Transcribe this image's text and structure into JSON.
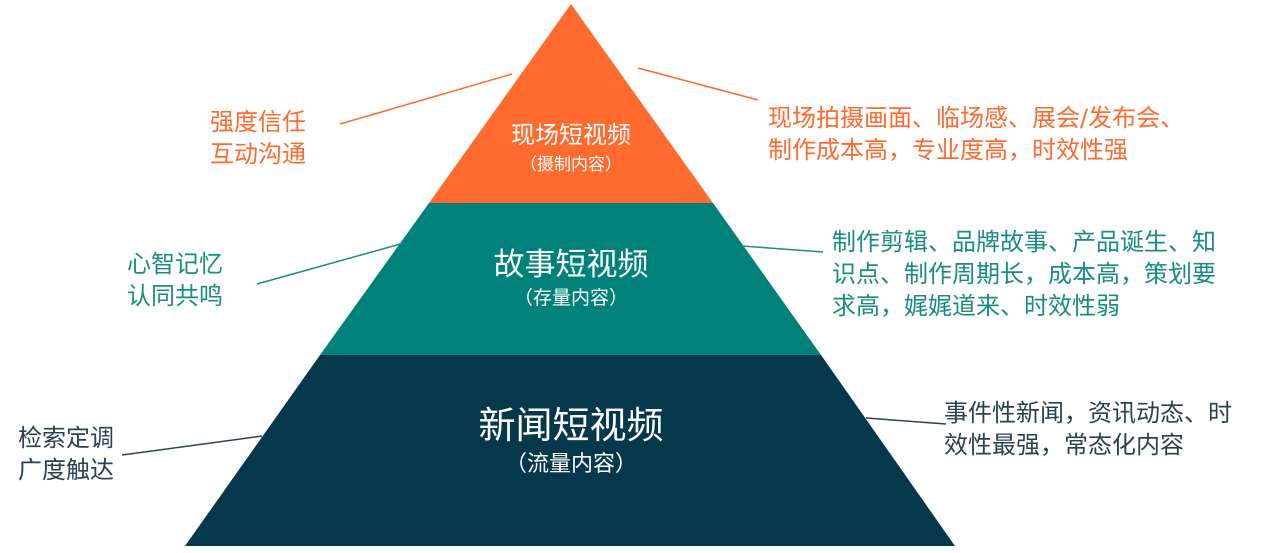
{
  "colors": {
    "top": "#FF6A2F",
    "middle": "#00827A",
    "bottom": "#06384B",
    "line_top": "#FF6A2F",
    "line_middle": "#1A8C80",
    "line_bottom": "#2A4150"
  },
  "tiers": {
    "top": {
      "title": "现场短视频",
      "subtitle": "（摄制内容）"
    },
    "middle": {
      "title": "故事短视频",
      "subtitle": "（存量内容）"
    },
    "bottom": {
      "title": "新闻短视频",
      "subtitle": "（流量内容）"
    }
  },
  "left_notes": {
    "top": [
      "强度信任",
      "互动沟通"
    ],
    "middle": [
      "心智记忆",
      "认同共鸣"
    ],
    "bottom": [
      "检索定调",
      "广度触达"
    ]
  },
  "right_notes": {
    "top": [
      "现场拍摄画面、临场感、展会/发布会、",
      "制作成本高，专业度高，时效性强"
    ],
    "middle": [
      "制作剪辑、品牌故事、产品诞生、知",
      "识点、制作周期长，成本高，策划要",
      "求高，娓娓道来、时效性弱"
    ],
    "bottom": [
      "事件性新闻，资讯动态、时",
      "效性最强，常态化内容"
    ]
  }
}
